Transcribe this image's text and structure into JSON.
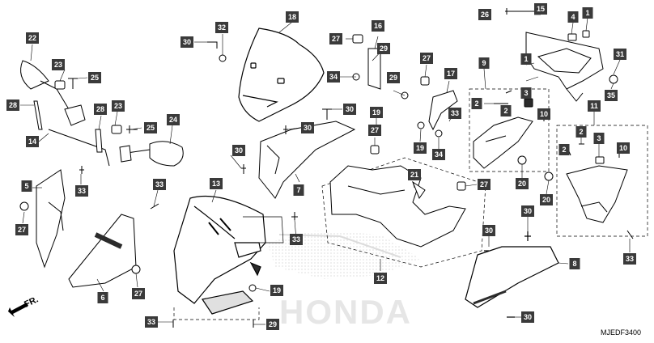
{
  "diagram": {
    "code": "MJEDF3400",
    "direction_label": "FR.",
    "watermark_brand": "HONDA",
    "colors": {
      "tag_bg": "#3a3a3a",
      "tag_text": "#ffffff",
      "line": "#000000",
      "part_fill": "#ffffff",
      "dark_fill": "#2b2b2b"
    },
    "callouts": [
      {
        "id": "c22",
        "label": "22"
      },
      {
        "id": "c23a",
        "label": "23"
      },
      {
        "id": "c25a",
        "label": "25"
      },
      {
        "id": "c28a",
        "label": "28"
      },
      {
        "id": "c14",
        "label": "14"
      },
      {
        "id": "c28b",
        "label": "28"
      },
      {
        "id": "c23b",
        "label": "23"
      },
      {
        "id": "c25b",
        "label": "25"
      },
      {
        "id": "c24",
        "label": "24"
      },
      {
        "id": "c5",
        "label": "5"
      },
      {
        "id": "c33a",
        "label": "33"
      },
      {
        "id": "c27a",
        "label": "27"
      },
      {
        "id": "c6",
        "label": "6"
      },
      {
        "id": "c27b",
        "label": "27"
      },
      {
        "id": "c33b",
        "label": "33"
      },
      {
        "id": "c30a",
        "label": "30"
      },
      {
        "id": "c32",
        "label": "32"
      },
      {
        "id": "c18",
        "label": "18"
      },
      {
        "id": "c27c",
        "label": "27"
      },
      {
        "id": "c16",
        "label": "16"
      },
      {
        "id": "c29a",
        "label": "29"
      },
      {
        "id": "c34a",
        "label": "34"
      },
      {
        "id": "c30b",
        "label": "30"
      },
      {
        "id": "c30c",
        "label": "30"
      },
      {
        "id": "c19a",
        "label": "19"
      },
      {
        "id": "c27d",
        "label": "27"
      },
      {
        "id": "c29b",
        "label": "29"
      },
      {
        "id": "c30d",
        "label": "30"
      },
      {
        "id": "c7",
        "label": "7"
      },
      {
        "id": "c13",
        "label": "13"
      },
      {
        "id": "c33c",
        "label": "33"
      },
      {
        "id": "c19b",
        "label": "19"
      },
      {
        "id": "c33d",
        "label": "33"
      },
      {
        "id": "c29c",
        "label": "29"
      },
      {
        "id": "c12",
        "label": "12"
      },
      {
        "id": "c21",
        "label": "21"
      },
      {
        "id": "c27e",
        "label": "27"
      },
      {
        "id": "c27f",
        "label": "27"
      },
      {
        "id": "c17",
        "label": "17"
      },
      {
        "id": "c33e",
        "label": "33"
      },
      {
        "id": "c19c",
        "label": "19"
      },
      {
        "id": "c34b",
        "label": "34"
      },
      {
        "id": "c9",
        "label": "9"
      },
      {
        "id": "c2a",
        "label": "2"
      },
      {
        "id": "c3a",
        "label": "3"
      },
      {
        "id": "c2b",
        "label": "2"
      },
      {
        "id": "c10a",
        "label": "10"
      },
      {
        "id": "c26",
        "label": "26"
      },
      {
        "id": "c15",
        "label": "15"
      },
      {
        "id": "c4",
        "label": "4"
      },
      {
        "id": "c1a",
        "label": "1"
      },
      {
        "id": "c1b",
        "label": "1"
      },
      {
        "id": "c31",
        "label": "31"
      },
      {
        "id": "c35",
        "label": "35"
      },
      {
        "id": "c11",
        "label": "11"
      },
      {
        "id": "c2c",
        "label": "2"
      },
      {
        "id": "c2d",
        "label": "2"
      },
      {
        "id": "c3b",
        "label": "3"
      },
      {
        "id": "c10b",
        "label": "10"
      },
      {
        "id": "c20a",
        "label": "20"
      },
      {
        "id": "c20b",
        "label": "20"
      },
      {
        "id": "c30e",
        "label": "30"
      },
      {
        "id": "c30f",
        "label": "30"
      },
      {
        "id": "c8",
        "label": "8"
      },
      {
        "id": "c33f",
        "label": "33"
      },
      {
        "id": "c30g",
        "label": "30"
      }
    ]
  }
}
